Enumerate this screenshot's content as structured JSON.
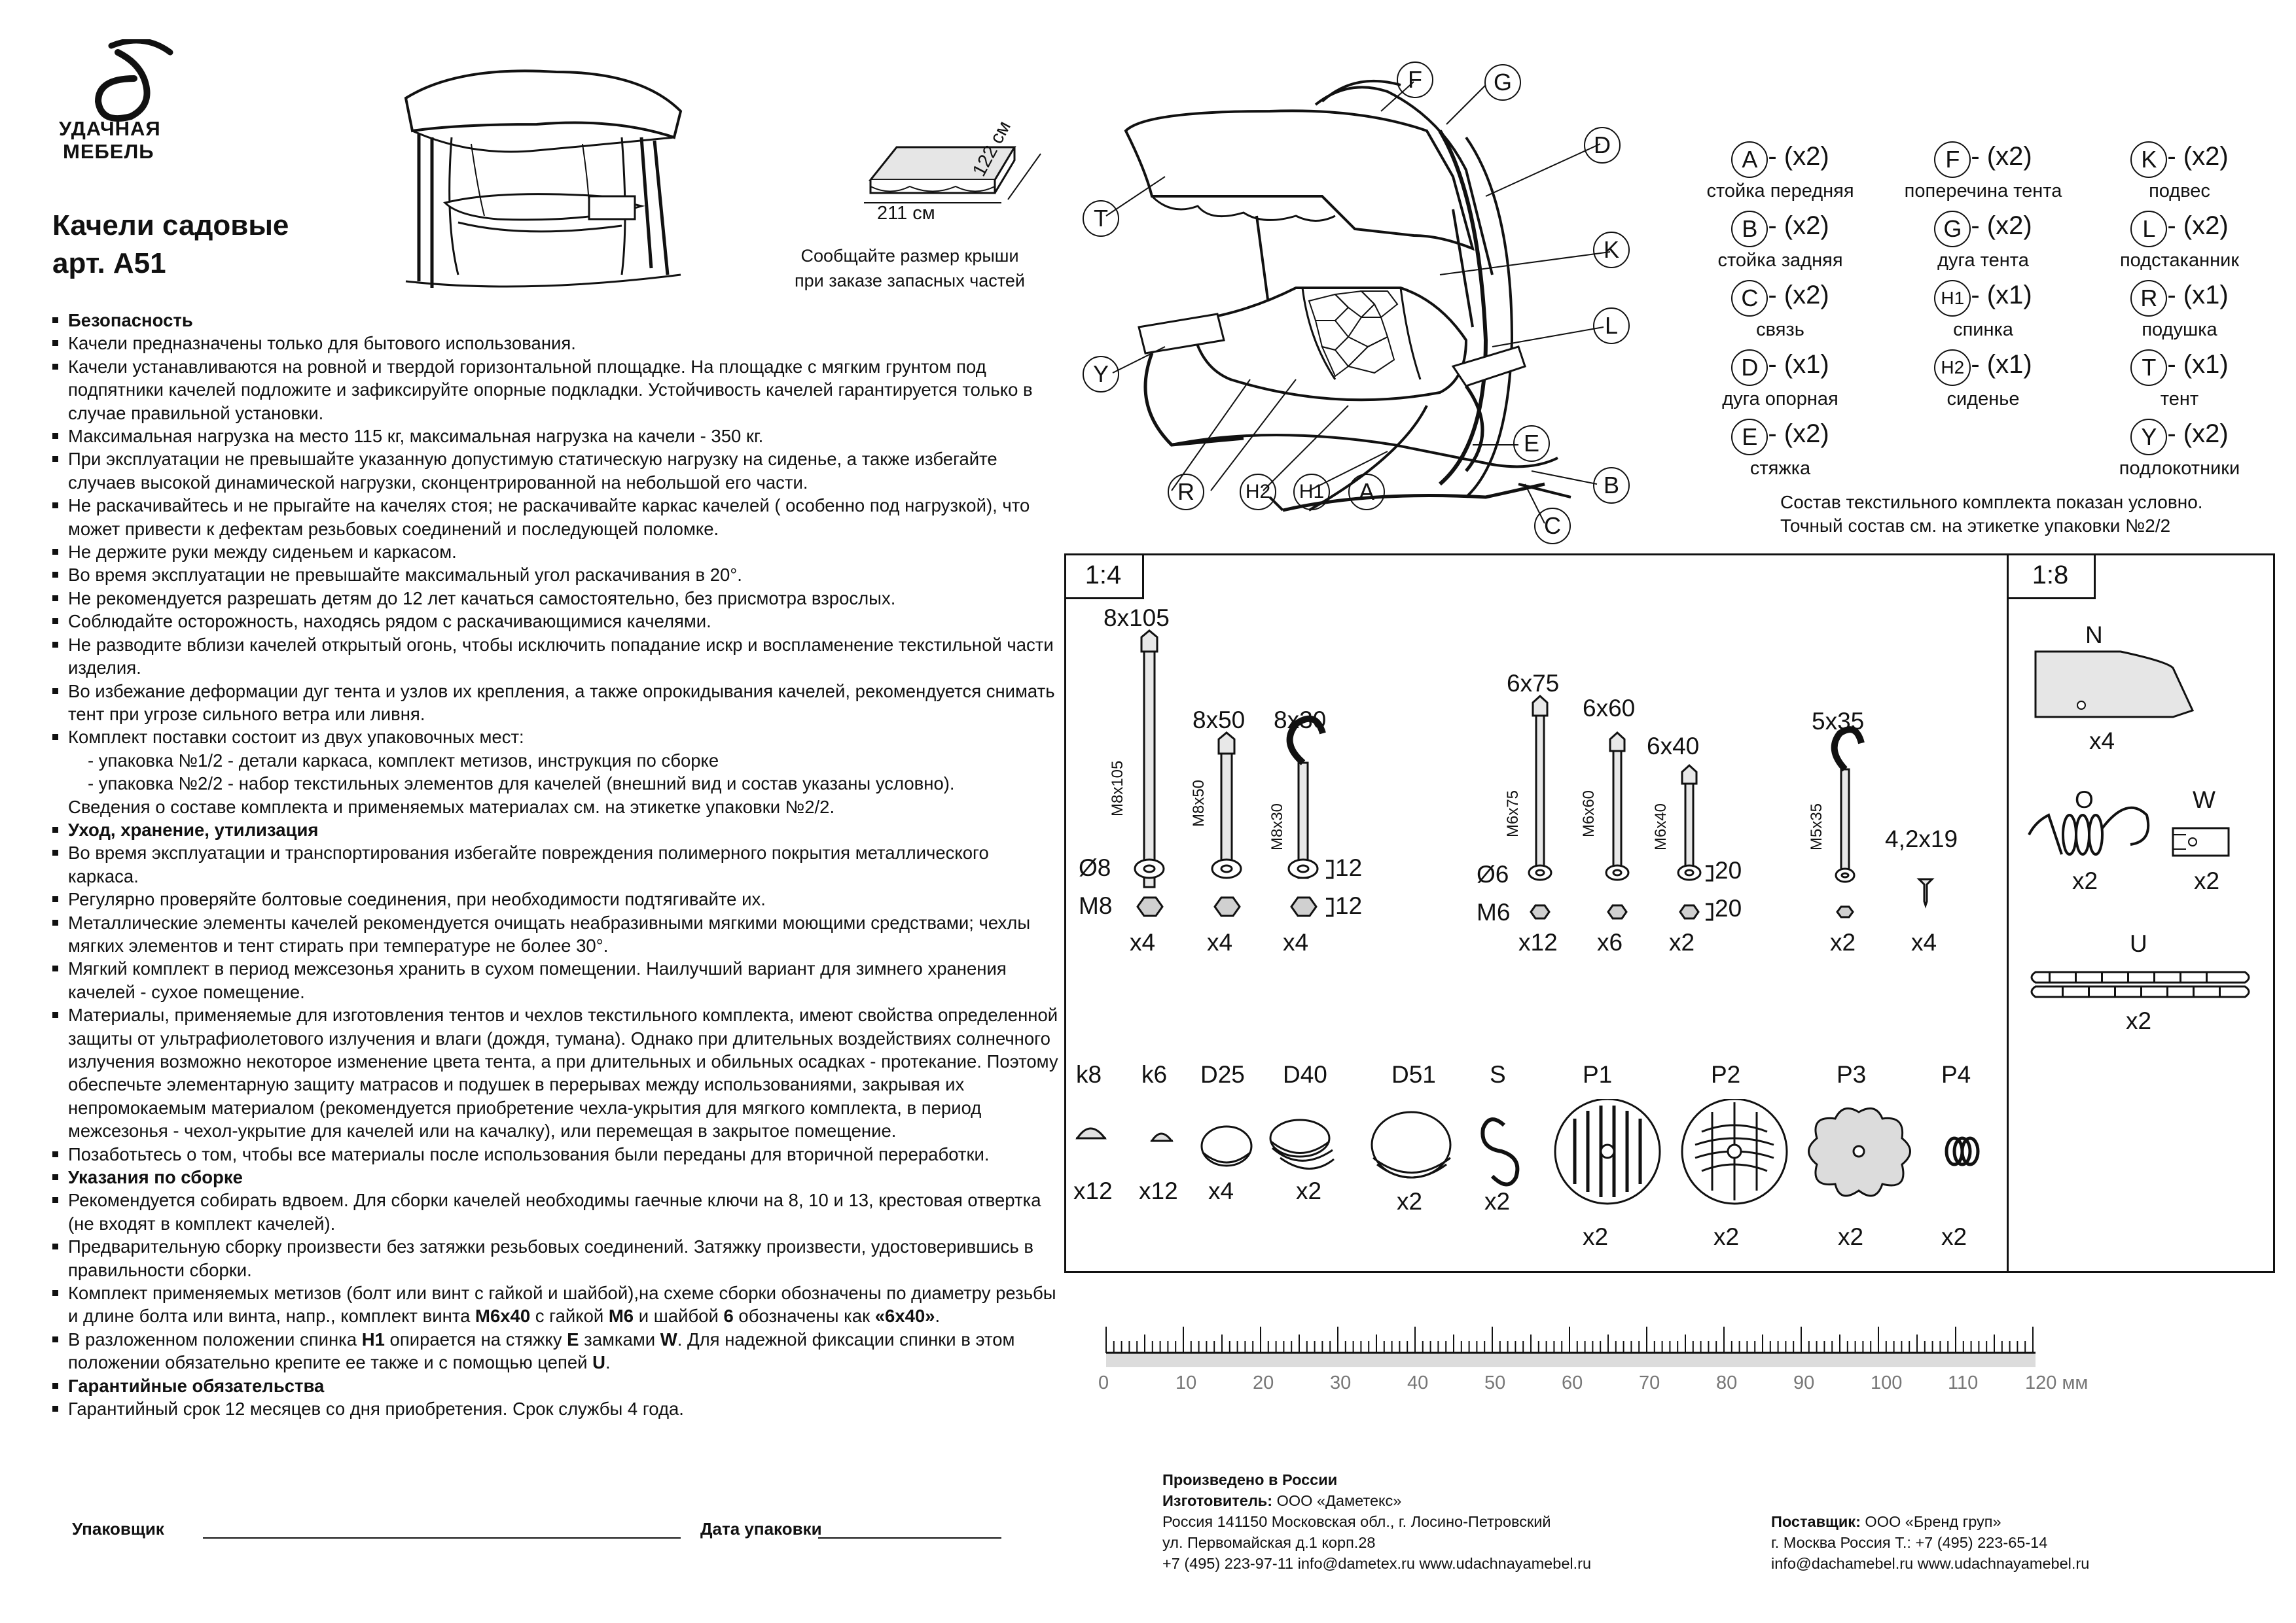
{
  "brand": {
    "line1": "УДАЧНАЯ",
    "line2": "МЕБЕЛЬ"
  },
  "product": {
    "title": "Качели садовые",
    "article": "арт. А51"
  },
  "roof": {
    "width": "211 см",
    "depth": "122 см",
    "note_line1": "Сообщайте размер крыши",
    "note_line2": "при заказе запасных частей"
  },
  "rules": {
    "safety_h": "Безопасность",
    "s1": "Качели предназначены только для бытового использования.",
    "s2": "Качели устанавливаются на ровной и твердой горизонтальной площадке. На площадке с мягким грунтом под подпятники качелей подложите и зафиксируйте опорные подкладки. Устойчивость качелей гарантируется только в случае правильной установки.",
    "s3": "Максимальная нагрузка на место 115 кг, максимальная нагрузка на качели - 350 кг.",
    "s4": "При эксплуатации не превышайте указанную допустимую статическую нагрузку на сиденье, а также избегайте случаев высокой динамической нагрузки, сконцентрированной на небольшой его части.",
    "s5": "Не раскачивайтесь и не прыгайте на качелях стоя; не раскачивайте каркас качелей ( особенно под нагрузкой), что может привести к дефектам резьбовых соединений и последующей поломке.",
    "s6": "Не держите руки между сиденьем и каркасом.",
    "s7": "Во время эксплуатации не превышайте максимальный угол раскачивания в 20°.",
    "s8": "Не рекомендуется разрешать детям до 12 лет качаться самостоятельно, без присмотра взрослых.",
    "s9": "Соблюдайте осторожность, находясь рядом с раскачивающимися качелями.",
    "s10": "Не разводите вблизи качелей открытый огонь, чтобы исключить попадание искр и воспламенение текстильной части изделия.",
    "s11": "Во избежание деформации дуг тента и узлов их крепления, а также опрокидывания качелей, рекомендуется снимать тент при угрозе сильного ветра или ливня.",
    "s12": "Комплект поставки  состоит из двух упаковочных мест:",
    "s12a": "- упаковка №1/2 - детали каркаса, комплект метизов, инструкция по сборке",
    "s12b": "- упаковка №2/2 - набор текстильных элементов для качелей (внешний вид и состав указаны условно).",
    "s12c": "Сведения о составе комплекта и применяемых материалах см. на этикетке упаковки №2/2.",
    "care_h": "Уход, хранение, утилизация",
    "c1": "Во время эксплуатации и транспортирования избегайте повреждения полимерного покрытия металлического каркаса.",
    "c2": "Регулярно проверяйте болтовые соединения, при необходимости подтягивайте их.",
    "c3": "Металлические элементы качелей рекомендуется очищать неабразивными мягкими моющими средствами; чехлы мягких элементов и тент стирать при температуре не более 30°.",
    "c4": "Мягкий комплект в период межсезонья хранить в сухом помещении. Наилучший вариант для зимнего хранения качелей - сухое помещение.",
    "c5": "Материалы, применяемые для  изготовления тентов и чехлов текстильного комплекта, имеют свойства определенной защиты от ультрафиолетового излучения и влаги (дождя, тумана). Однако при длительных воздействиях солнечного излучения возможно некоторое изменение цвета тента, а при длительных и обильных осадках - протекание. Поэтому обеспечьте элементарную защиту матрасов и подушек в перерывах между использованиями, закрывая их непромокаемым материалом (рекомендуется приобретение чехла-укрытия для мягкого комплекта, в период межсезонья - чехол-укрытие для качелей или на качалку), или перемещая в закрытое помещение.",
    "c6": "Позаботьтесь о том, чтобы все материалы после использования были переданы для вторичной переработки.",
    "asm_h": "Указания по сборке",
    "a1": "Рекомендуется собирать вдвоем. Для сборки качелей необходимы гаечные ключи на 8, 10 и 13, крестовая отвертка (не входят в комплект качелей).",
    "a2": "Предварительную сборку произвести без затяжки резьбовых соединений. Затяжку произвести, удостоверившись в правильности сборки.",
    "a3_1": "Комплект применяемых метизов (болт или винт с гайкой и шайбой),на схеме сборки обозначены по диаметру резьбы и длине болта или винта, напр., комплект винта ",
    "a3_b1": "М6х40",
    "a3_2": " с гайкой ",
    "a3_b2": "М6",
    "a3_3": " и шайбой ",
    "a3_b3": "6",
    "a3_4": " обозначены как ",
    "a3_b4": "«6х40»",
    "a3_5": ".",
    "a4_1": "В разложенном положении спинка ",
    "a4_b1": "Н1",
    "a4_2": " опирается на стяжку ",
    "a4_b2": "Е",
    "a4_3": " замками ",
    "a4_b3": "W",
    "a4_4": ".  Для надежной фиксации спинки в этом положении обязательно крепите ее также и с помощью цепей ",
    "a4_b4": "U",
    "a4_5": ".",
    "war_h": "Гарантийные обязательства",
    "w1": "Гарантийный срок 12 месяцев со дня приобретения. Срок службы 4 года."
  },
  "sign": {
    "packer": "Упаковщик",
    "date": "Дата упаковки"
  },
  "diagram_labels": {
    "F": "F",
    "G": "G",
    "D": "D",
    "T": "T",
    "K": "K",
    "L": "L",
    "Y": "Y",
    "E": "E",
    "B": "B",
    "C": "C",
    "R": "R",
    "H2": "H2",
    "H1": "H1",
    "A": "A"
  },
  "legend": [
    {
      "letter": "A",
      "count": "- (x2)",
      "name": "стойка передняя"
    },
    {
      "letter": "B",
      "count": "- (x2)",
      "name": "стойка задняя"
    },
    {
      "letter": "C",
      "count": "- (x2)",
      "name": "связь"
    },
    {
      "letter": "D",
      "count": "- (x1)",
      "name": "дуга опорная"
    },
    {
      "letter": "E",
      "count": "- (x2)",
      "name": "стяжка"
    },
    {
      "letter": "F",
      "count": "- (x2)",
      "name": "поперечина тента"
    },
    {
      "letter": "G",
      "count": "- (x2)",
      "name": "дуга тента"
    },
    {
      "letter": "H1",
      "count": "- (x1)",
      "name": "спинка"
    },
    {
      "letter": "H2",
      "count": "- (x1)",
      "name": "сиденье"
    },
    {
      "letter": "K",
      "count": "- (x2)",
      "name": "подвес"
    },
    {
      "letter": "L",
      "count": "- (x2)",
      "name": "подстаканник"
    },
    {
      "letter": "R",
      "count": "- (x1)",
      "name": "подушка"
    },
    {
      "letter": "T",
      "count": "- (x1)",
      "name": "тент"
    },
    {
      "letter": "Y",
      "count": "- (x2)",
      "name": "подлокотники"
    }
  ],
  "textile_note": {
    "line1": "Состав текстильного комплекта показан условно.",
    "line2": "Точный состав см. на этикетке упаковки №2/2"
  },
  "hardware": {
    "scale_main": "1:4",
    "scale_side": "1:8",
    "bolts": {
      "b8x105": "8х105",
      "b8x50": "8х50",
      "b8x30": "8х30",
      "b6x75": "6х75",
      "b6x60": "6х60",
      "b6x40": "6х40",
      "b5x35": "5х35",
      "s42x19": "4,2х19"
    },
    "bolt_marks": {
      "m8x105": "M8x105",
      "m8x50": "M8x50",
      "m8x30": "M8x30",
      "m6x75": "M6x75",
      "m6x60": "M6x60",
      "m6x40": "M6x40",
      "m5x35": "M5x35"
    },
    "row_labels": {
      "d8": "Ø8",
      "m8": "M8",
      "d6": "Ø6",
      "m6": "M6"
    },
    "brackets": {
      "w12": "12",
      "n12": "12",
      "w20": "20",
      "n20": "20"
    },
    "qty": {
      "q1": "x4",
      "q2": "x4",
      "q3": "x4",
      "q4": "x12",
      "q5": "x6",
      "q6": "x2",
      "q7": "x2",
      "q8": "x4"
    },
    "side": {
      "N": "N",
      "Nq": "x4",
      "O": "O",
      "Oq": "x2",
      "W": "W",
      "Wq": "x2",
      "U": "U",
      "Uq": "x2"
    },
    "caps": [
      {
        "label": "k8",
        "qty": "x12"
      },
      {
        "label": "k6",
        "qty": "x12"
      },
      {
        "label": "D25",
        "qty": "x4"
      },
      {
        "label": "D40",
        "qty": "x2"
      },
      {
        "label": "D51",
        "qty": "x2"
      },
      {
        "label": "S",
        "qty": "x2"
      },
      {
        "label": "P1",
        "qty": "x2"
      },
      {
        "label": "P2",
        "qty": "x2"
      },
      {
        "label": "P3",
        "qty": "x2"
      },
      {
        "label": "P4",
        "qty": "x2"
      }
    ]
  },
  "ruler": {
    "ticks": [
      "0",
      "10",
      "20",
      "30",
      "40",
      "50",
      "60",
      "70",
      "80",
      "90",
      "100",
      "110",
      "120 мм"
    ]
  },
  "producer": {
    "h": "Произведено в России",
    "mfr_b": "Изготовитель:",
    "mfr": " ООО «Даметекс»",
    "addr1": "Россия  141150 Московская обл., г. Лосино-Петровский",
    "addr2": "ул. Первомайская д.1 корп.28",
    "contacts": "+7 (495) 223-97-11 info@dametex.ru  www.udachnayamebel.ru"
  },
  "supplier": {
    "sup_b": "Поставщик:",
    "sup": " ООО «Бренд груп»",
    "addr": "г. Москва  Россия  Т.: +7 (495) 223-65-14",
    "contacts": "info@dachamebel.ru  www.udachnayamebel.ru"
  }
}
